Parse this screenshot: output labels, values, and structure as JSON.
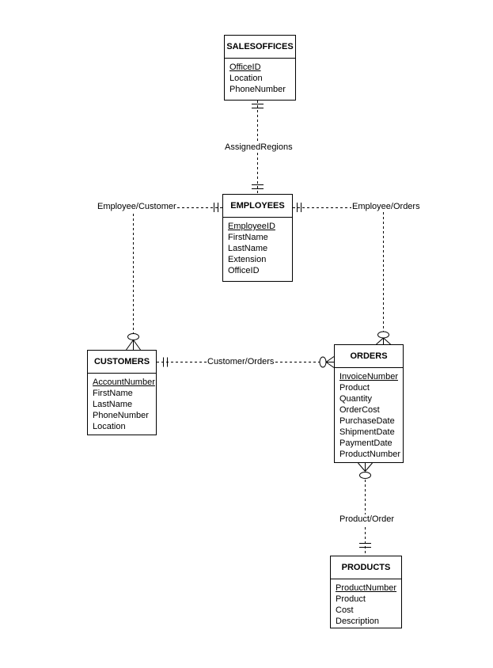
{
  "diagram": {
    "type": "entity-relationship",
    "notation": "crow's foot",
    "entities": {
      "salesoffices": {
        "title": "SALESOFFICES",
        "primary_key": "OfficeID",
        "attributes": [
          "OfficeID",
          "Location",
          "PhoneNumber"
        ]
      },
      "employees": {
        "title": "EMPLOYEES",
        "primary_key": "EmployeeID",
        "attributes": [
          "EmployeeID",
          "FirstName",
          "LastName",
          "Extension",
          "OfficeID"
        ]
      },
      "customers": {
        "title": "CUSTOMERS",
        "primary_key": "AccountNumber",
        "attributes": [
          "AccountNumber",
          "FirstName",
          "LastName",
          "PhoneNumber",
          "Location"
        ]
      },
      "orders": {
        "title": "ORDERS",
        "primary_key": "InvoiceNumber",
        "attributes": [
          "InvoiceNumber",
          "Product",
          "Quantity",
          "OrderCost",
          "PurchaseDate",
          "ShipmentDate",
          "PaymentDate",
          "ProductNumber"
        ]
      },
      "products": {
        "title": "PRODUCTS",
        "primary_key": "ProductNumber",
        "attributes": [
          "ProductNumber",
          "Product",
          "Cost",
          "Description"
        ]
      }
    },
    "relationships": [
      {
        "label": "AssignedRegions",
        "from": "SALESOFFICES",
        "to": "EMPLOYEES",
        "from_cardinality": "one-and-only-one",
        "to_cardinality": "one-and-only-one"
      },
      {
        "label": "Employee/Customer",
        "from": "EMPLOYEES",
        "to": "CUSTOMERS",
        "from_cardinality": "one-and-only-one",
        "to_cardinality": "zero-or-many"
      },
      {
        "label": "Employee/Orders",
        "from": "EMPLOYEES",
        "to": "ORDERS",
        "from_cardinality": "one-and-only-one",
        "to_cardinality": "zero-or-many"
      },
      {
        "label": "Customer/Orders",
        "from": "CUSTOMERS",
        "to": "ORDERS",
        "from_cardinality": "one-and-only-one",
        "to_cardinality": "zero-or-many"
      },
      {
        "label": "Product/Order",
        "from": "ORDERS",
        "to": "PRODUCTS",
        "from_cardinality": "zero-or-many",
        "to_cardinality": "one-and-only-one"
      }
    ],
    "colors": {
      "background": "#ffffff",
      "entity_fill": "#ffffff",
      "line": "#000000",
      "text": "#000000"
    }
  }
}
